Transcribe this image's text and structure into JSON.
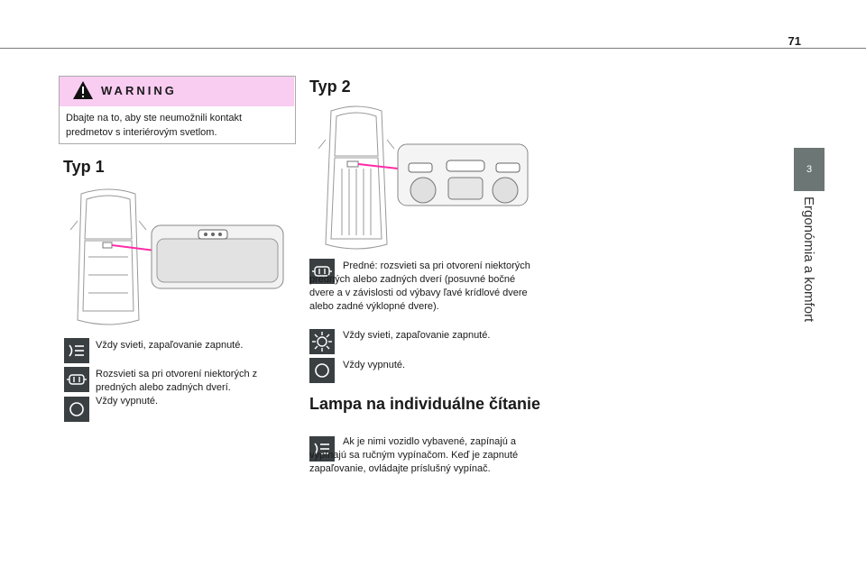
{
  "page_number": "71",
  "chapter": {
    "number": "3",
    "title": "Ergonómia a komfort"
  },
  "warning": {
    "title": "WARNING",
    "text": "Dbajte na to, aby ste neumožnili kontakt predmetov s interiérovým svetlom."
  },
  "typ1": {
    "heading": "Typ 1",
    "items": [
      {
        "icon": "lamp-always-on-icon",
        "text": "Vždy svieti, zapaľovanie zapnuté."
      },
      {
        "icon": "door-light-icon",
        "text": "Rozsvieti sa pri otvorení niektorých z predných alebo zadných dverí."
      },
      {
        "icon": "lamp-off-icon",
        "text": "Vždy vypnuté."
      }
    ]
  },
  "typ2": {
    "heading": "Typ 2",
    "items": [
      {
        "icon": "door-light-icon",
        "text": "Predné: rozsvieti sa pri otvorení niektorých predných alebo zadných dverí (posuvné bočné dvere a v závislosti od výbavy ľavé krídlové dvere alebo zadné výklopné dvere)."
      },
      {
        "icon": "sun-icon",
        "text": "Vždy svieti, zapaľovanie zapnuté."
      },
      {
        "icon": "lamp-off-icon",
        "text": "Vždy vypnuté."
      }
    ]
  },
  "lampa": {
    "heading": "Lampa na individuálne čítanie",
    "icon": "lamp-always-on-icon",
    "text": "Ak je nimi vozidlo vybavené, zapínajú a vypínajú sa ručným vypínačom. Keď je zapnuté zapaľovanie, ovládajte príslušný vypínač."
  },
  "colors": {
    "warning_bg": "#f9ccf1",
    "tab_bg": "#6b7675",
    "icon_bg": "#3a3f42",
    "pointer": "#ff2ba8"
  }
}
